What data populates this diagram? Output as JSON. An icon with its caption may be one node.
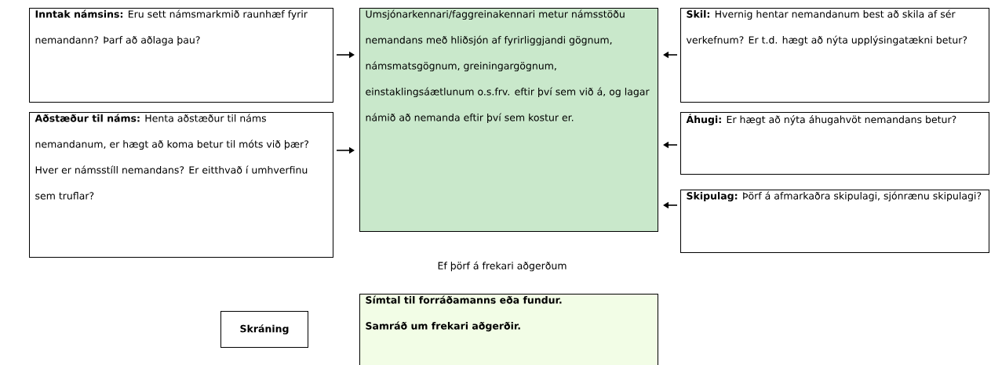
{
  "diagram": {
    "nodes": [
      {
        "text": [
          "**Inntak námsins:** Eru sett námsmarkmið raunhæf fyrir nemandann? Þarf að aðlaga þau?"
        ]
      },
      {
        "text": [
          "**Aðstæður til náms:** Henta aðstæður til náms nemandanum, er hægt að koma betur til móts við þær? Hver er námsstíll nemandans? Er eitthvað í umhverfinu sem truflar?"
        ]
      },
      {
        "text": [
          "Umsjónarkennari/faggreinakennari metur námsstöðu nemandans með hliðsjón af fyrirliggjandi gögnum, námsmatsgögnum, greiningargögnum, einstaklingsáætlunum o.s.frv. eftir því sem við á, og lagar námið að nemanda eftir því sem kostur er."
        ]
      },
      {
        "text": [
          "**Skil:** Hvernig hentar nemandanum best að skila af sér verkefnum? Er t.d. hægt að nýta upplýsingatækni betur?"
        ]
      },
      {
        "text": [
          "**Áhugi:**  Er hægt að nýta áhugahvöt nemandans betur?"
        ]
      },
      {
        "text": [
          "**Skipulag:**  Þörf á afmarkaðra skipulagi, sjónrænu skipulagi?"
        ]
      },
      {
        "text": [
          "Skráning"
        ]
      },
      {
        "text": [
          "Símtal til forráðamanns eða fundur.",
          "Samráð um frekari aðgerðir."
        ]
      }
    ],
    "edges": [
      {
        "from": 0,
        "to": 2,
        "arrow": "to"
      },
      {
        "from": 1,
        "to": 2,
        "arrow": "to"
      },
      {
        "from": 3,
        "to": 2,
        "arrow": "to"
      },
      {
        "from": 4,
        "to": 2,
        "arrow": "to"
      },
      {
        "from": 5,
        "to": 2,
        "arrow": "to"
      }
    ],
    "labels": [
      "Ef þörf á frekari aðgerðum"
    ]
  }
}
